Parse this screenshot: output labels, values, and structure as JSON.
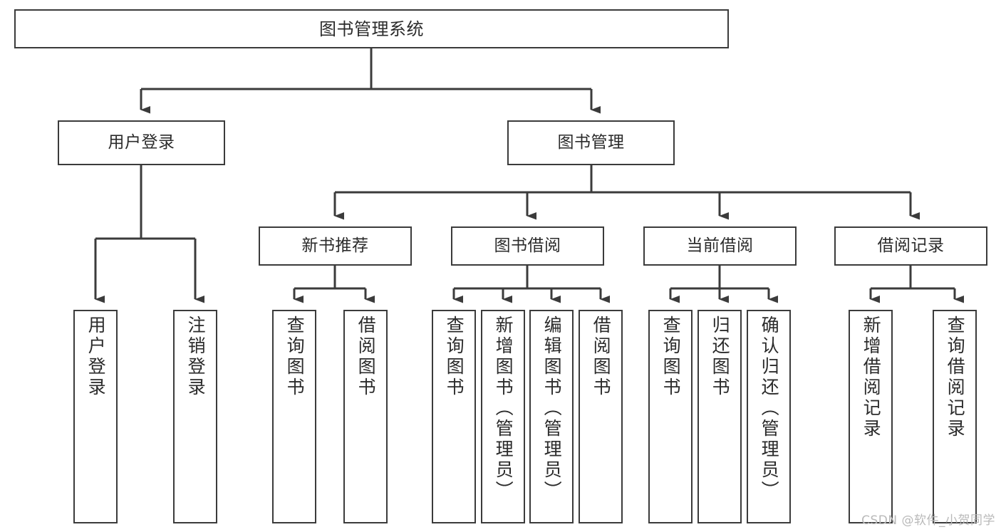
{
  "diagram": {
    "title": "图书管理系统",
    "watermark": "CSDN @软件_小贺同学",
    "colors": {
      "stroke": "#3b3b3b",
      "text": "#2b2b2b",
      "background": "#ffffff",
      "watermark": "#b9b9b9"
    },
    "levels": {
      "root": "图书管理系统",
      "level2": [
        "用户登录",
        "图书管理"
      ],
      "level3": [
        "新书推荐",
        "图书借阅",
        "当前借阅",
        "借阅记录"
      ]
    },
    "nodes": {
      "root": "图书管理系统",
      "user_login": "用户登录",
      "book_manage": "图书管理",
      "new_book_rec": "新书推荐",
      "book_borrow": "图书借阅",
      "current_borrow": "当前借阅",
      "borrow_record": "借阅记录",
      "leaf_user_login": "用户登录",
      "leaf_logout": "注销登录",
      "leaf_query_book_1": "查询图书",
      "leaf_borrow_book_1": "借阅图书",
      "leaf_query_book_2": "查询图书",
      "leaf_add_book": "新增图书（管理员）",
      "leaf_edit_book": "编辑图书（管理员）",
      "leaf_borrow_book_2": "借阅图书",
      "leaf_query_book_3": "查询图书",
      "leaf_return_book": "归还图书",
      "leaf_confirm_return": "确认归还（管理员）",
      "leaf_add_record": "新增借阅记录",
      "leaf_query_record": "查询借阅记录"
    }
  }
}
